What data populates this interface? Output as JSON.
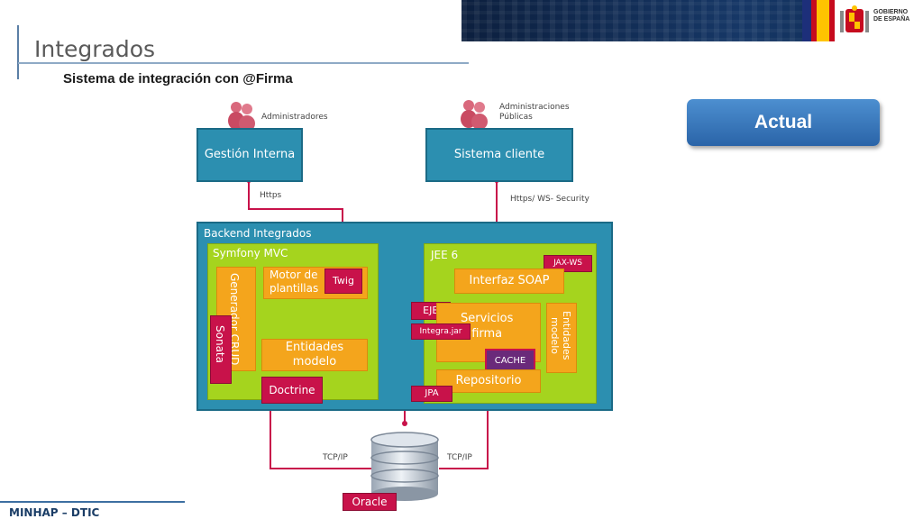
{
  "slide": {
    "title": "Integrados",
    "subtitle": "Sistema de integración con @Firma",
    "footer": "MINHAP – DTIC",
    "actual_button": "Actual",
    "gobierno_label": "GOBIERNO\nDE ESPAÑA"
  },
  "actors": {
    "administradores": "Administradores",
    "administraciones_publicas": "Administraciones\nPúblicas"
  },
  "boxes": {
    "gestion_interna": "Gestión Interna",
    "sistema_cliente": "Sistema cliente",
    "backend": "Backend Integrados",
    "symfony": "Symfony MVC",
    "generador_crud": "Generador CRUD",
    "sonata": "Sonata",
    "motor_plantillas": "Motor de\nplantillas",
    "twig": "Twig",
    "entidades_modelo_left": "Entidades\nmodelo",
    "doctrine": "Doctrine",
    "jee": "JEE 6",
    "jax_ws": "JAX-WS",
    "interfaz_soap": "Interfaz SOAP",
    "ejb": "EJB",
    "integra_jar": "Integra.jar",
    "servicios_firma": "Servicios\nfirma",
    "entidades_modelo_right": "Entidades\nmodelo",
    "cache": "CACHE",
    "repositorio": "Repositorio",
    "jpa": "JPA",
    "oracle": "Oracle"
  },
  "connections": {
    "https": "Https",
    "https_ws_security": "Https/ WS- Security",
    "tcpip_left": "TCP/IP",
    "tcpip_right": "TCP/IP"
  },
  "colors": {
    "teal": "#2c8fb0",
    "green": "#a5d41e",
    "orange": "#f4a51c",
    "red": "#c8124a",
    "purple": "#6a2a7a",
    "actual_blue": "#3b7ac0"
  }
}
